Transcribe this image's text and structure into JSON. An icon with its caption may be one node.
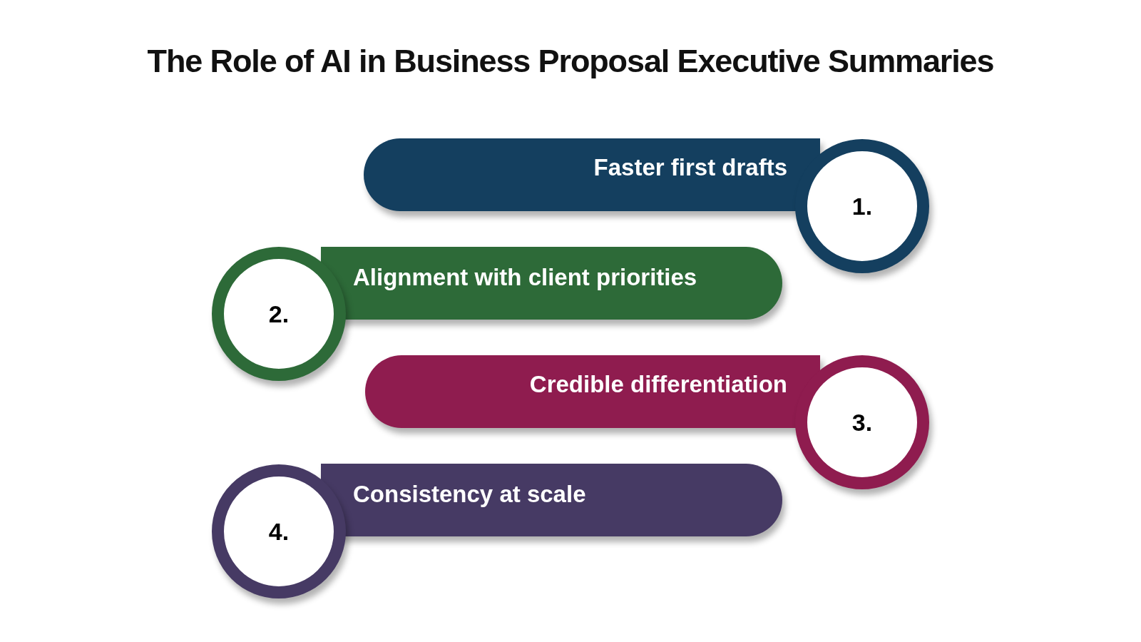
{
  "diagram": {
    "title": "The Role of AI in Business Proposal Executive Summaries",
    "nodes": [
      {
        "text": [
          "Faster first drafts"
        ]
      },
      {
        "text": [
          "1."
        ]
      },
      {
        "text": [
          "2."
        ]
      },
      {
        "text": [
          "Alignment with client priorities"
        ]
      },
      {
        "text": [
          "Credible differentiation"
        ]
      },
      {
        "text": [
          "3."
        ]
      },
      {
        "text": [
          "4."
        ]
      },
      {
        "text": [
          "Consistency at scale"
        ]
      }
    ]
  }
}
